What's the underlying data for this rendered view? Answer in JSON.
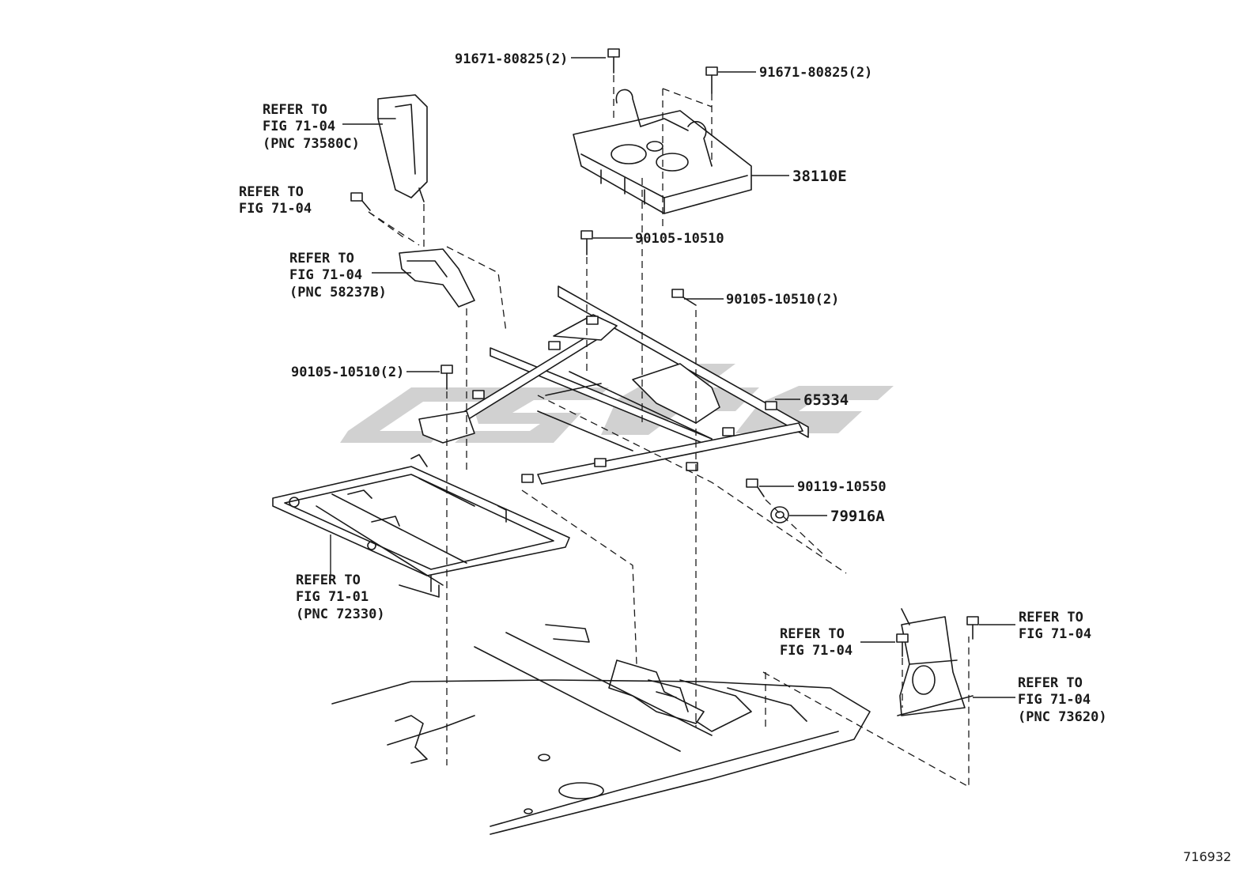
{
  "diagram": {
    "callouts": [
      {
        "id": "bolt-top-left",
        "lines": [
          "91671-80825(2)"
        ]
      },
      {
        "id": "bolt-top-right",
        "lines": [
          "91671-80825(2)"
        ]
      },
      {
        "id": "refer-belt-upper",
        "lines": [
          "REFER TO",
          "FIG 71-04",
          "(PNC 73580C)"
        ]
      },
      {
        "id": "part-38110e",
        "lines": [
          "38110E"
        ]
      },
      {
        "id": "refer-bolt-left",
        "lines": [
          "REFER TO",
          "FIG 71-04"
        ]
      },
      {
        "id": "refer-bracket",
        "lines": [
          "REFER TO",
          "FIG 71-04",
          "(PNC 58237B)"
        ]
      },
      {
        "id": "bolt-center",
        "lines": [
          "90105-10510"
        ]
      },
      {
        "id": "bolt-right",
        "lines": [
          "90105-10510(2)"
        ]
      },
      {
        "id": "bolt-left",
        "lines": [
          "90105-10510(2)"
        ]
      },
      {
        "id": "part-65334",
        "lines": [
          "65334"
        ]
      },
      {
        "id": "bolt-small",
        "lines": [
          "90119-10550"
        ]
      },
      {
        "id": "part-79916a",
        "lines": [
          "79916A"
        ]
      },
      {
        "id": "refer-seat-frame",
        "lines": [
          "REFER TO",
          "FIG 71-01",
          "(PNC 72330)"
        ]
      },
      {
        "id": "refer-retractor-bolt-left",
        "lines": [
          "REFER TO",
          "FIG 71-04"
        ]
      },
      {
        "id": "refer-retractor-bolt-right",
        "lines": [
          "REFER TO",
          "FIG 71-04"
        ]
      },
      {
        "id": "refer-retractor",
        "lines": [
          "REFER TO",
          "FIG 71-04",
          "(PNC 73620)"
        ]
      }
    ],
    "figure_number": "716932",
    "line_color": "#1a1a1a",
    "watermark_color": "#c9c9c9"
  }
}
